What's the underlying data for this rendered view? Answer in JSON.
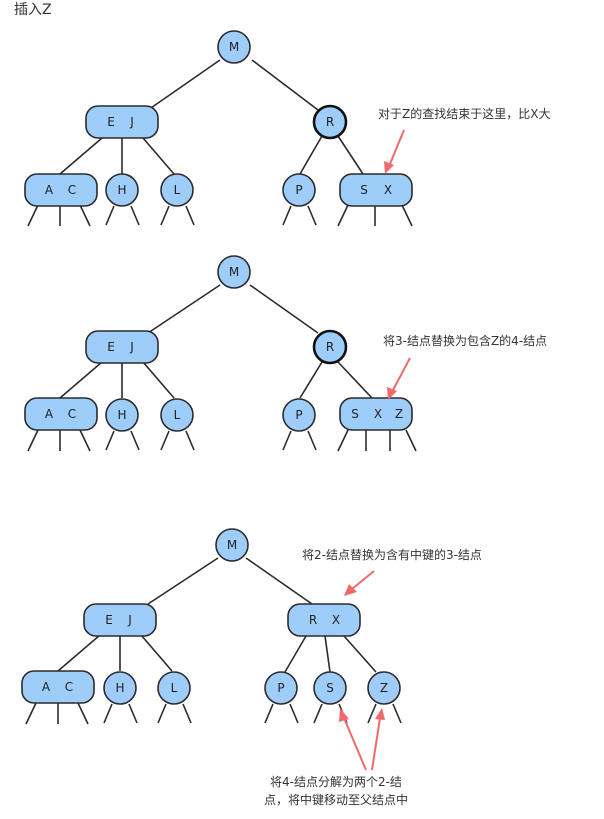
{
  "title": "插入Z",
  "notes": {
    "step1": "对于Z的查找结束于这里，比X大",
    "step2": "将3-结点替换为包含Z的4-结点",
    "step3": "将2-结点替换为含有中键的3-结点",
    "step4_line1": "将4-结点分解为两个2-结",
    "step4_line2": "点，将中键移动至父结点中"
  },
  "tree1": {
    "root": "M",
    "left": [
      "E",
      "J"
    ],
    "right": "R",
    "ll": [
      "A",
      "C"
    ],
    "lm": "H",
    "lr": "L",
    "rl": "P",
    "rr": [
      "S",
      "X"
    ]
  },
  "tree2": {
    "root": "M",
    "left": [
      "E",
      "J"
    ],
    "right": "R",
    "ll": [
      "A",
      "C"
    ],
    "lm": "H",
    "lr": "L",
    "rl": "P",
    "rr": [
      "S",
      "X",
      "Z"
    ]
  },
  "tree3": {
    "root": "M",
    "left": [
      "E",
      "J"
    ],
    "right": [
      "R",
      "X"
    ],
    "ll": [
      "A",
      "C"
    ],
    "lm": "H",
    "lr": "L",
    "rl": "P",
    "rm": "S",
    "rr": "Z"
  },
  "colors": {
    "node_fill": "#9fcdfa",
    "arrow": "#f0696e"
  }
}
